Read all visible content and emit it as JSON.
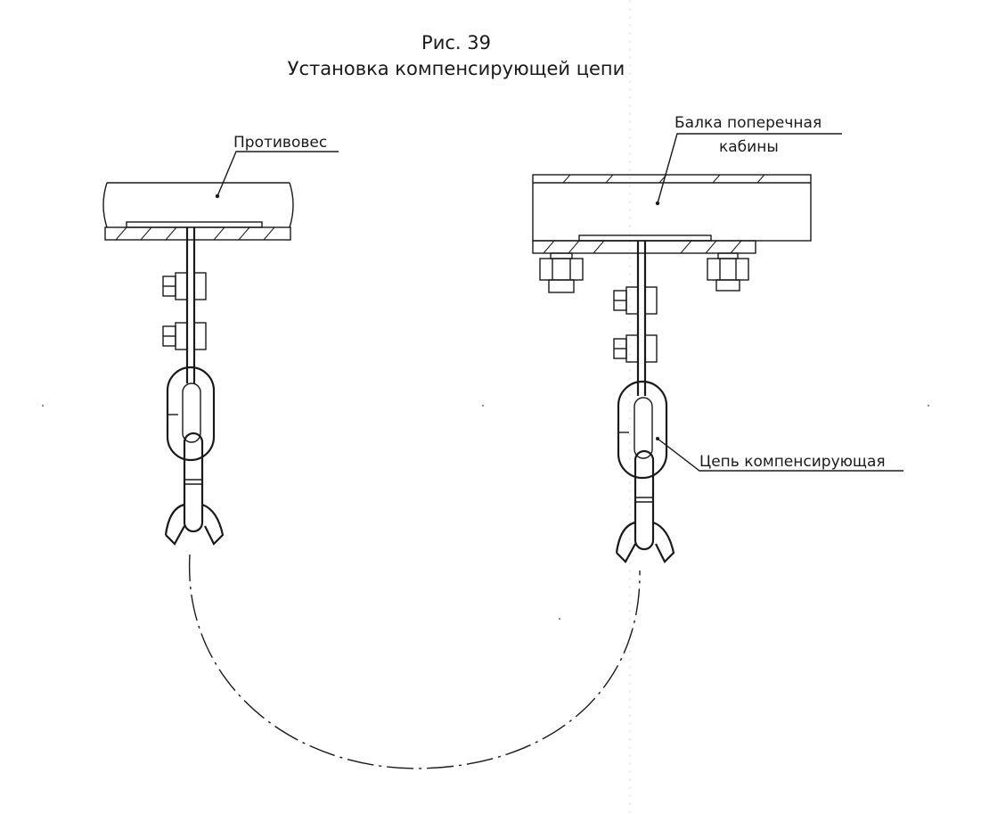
{
  "figure": {
    "number": "Рис. 39",
    "caption": "Установка компенсирующей цепи"
  },
  "labels": {
    "counterweight": "Противовес",
    "cabin_beam_line1": "Балка поперечная",
    "cabin_beam_line2": "кабины",
    "chain": "Цепь компенсирующая"
  }
}
